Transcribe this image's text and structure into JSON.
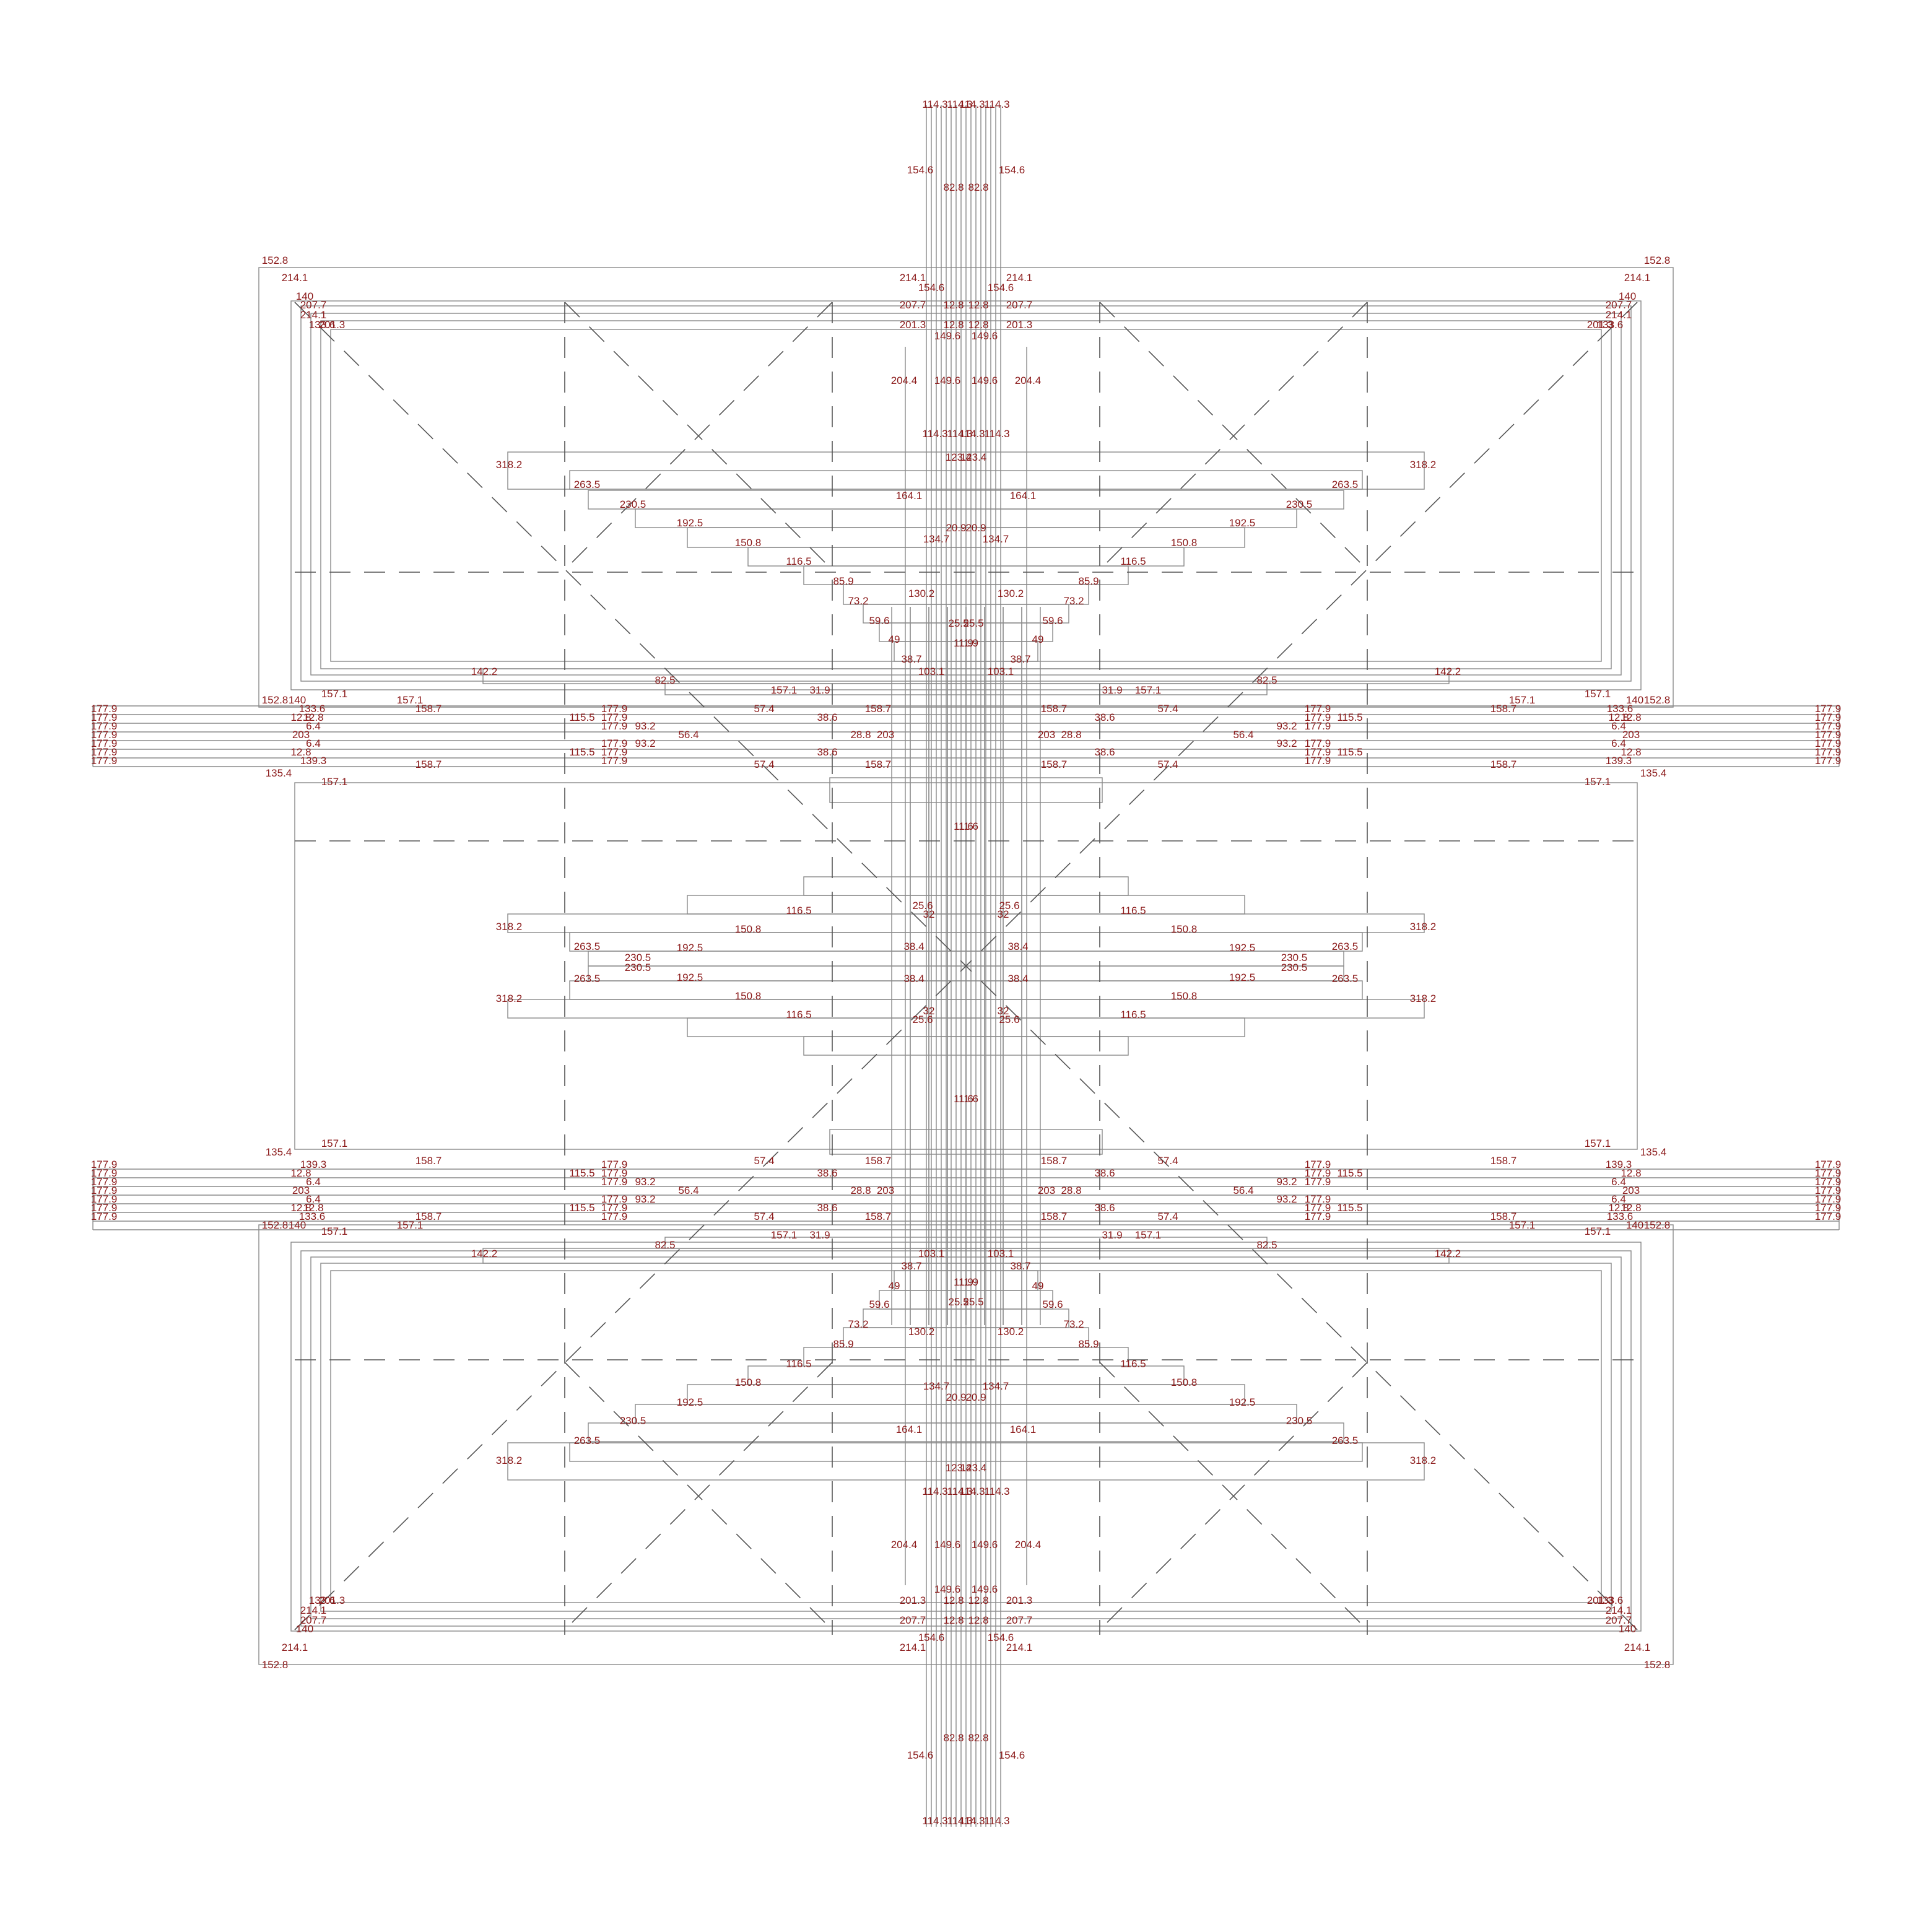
{
  "colors": {
    "line": "#8a8a8a",
    "dashed": "#555555",
    "label": "#8b1a1a",
    "background": "#ffffff"
  },
  "dimension_labels": {
    "outer_frame": [
      "152.8",
      "214.1",
      "140",
      "207.7",
      "133.6",
      "201.3"
    ],
    "central_column": [
      "114.3",
      "154.6",
      "82.8",
      "12.8",
      "149.6",
      "204.4",
      "123.4"
    ],
    "horizontal_band": [
      "177.9",
      "158.7",
      "157.1",
      "115.5",
      "93.2",
      "56.4",
      "57.4",
      "38.6",
      "28.8",
      "203",
      "12.8",
      "6.4",
      "139.3",
      "135.4"
    ],
    "stepped_bars": [
      "318.2",
      "263.5",
      "230.5",
      "192.5",
      "150.8",
      "116.5",
      "85.9",
      "73.2",
      "59.6",
      "49",
      "38.7",
      "142.2",
      "82.5",
      "31.9"
    ],
    "inner_labels": [
      "164.1",
      "134.7",
      "130.2",
      "103.1",
      "20.9",
      "25.5",
      "11.9",
      "11.6",
      "38.4",
      "25.6",
      "32"
    ]
  }
}
